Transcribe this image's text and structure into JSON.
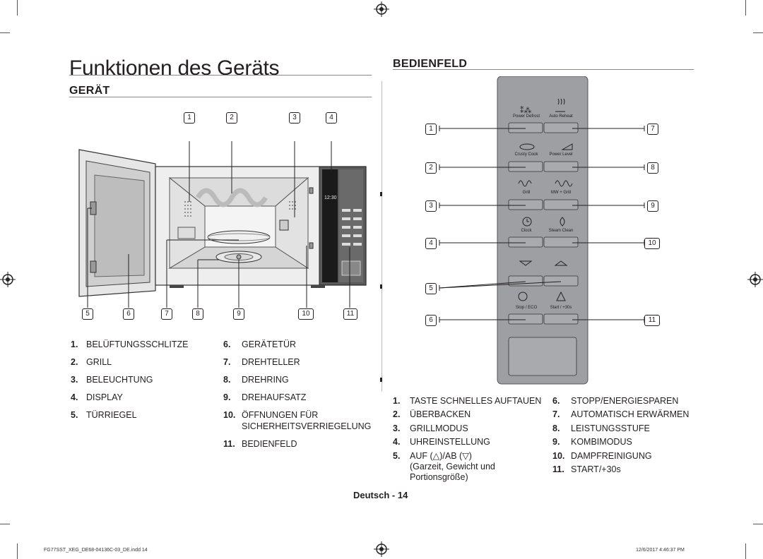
{
  "page": {
    "title": "Funktionen des Geräts",
    "section_left": "GERÄT",
    "section_right": "BEDIENFELD",
    "page_label": "Deutsch - 14",
    "footer_left": "FG77SST_XEG_DE68-04136C-03_DE.indd   14",
    "footer_right": "12/6/2017   4:46:37 PM"
  },
  "device": {
    "callouts_top": [
      "1",
      "2",
      "3",
      "4"
    ],
    "callouts_bottom": [
      "5",
      "6",
      "7",
      "8",
      "9",
      "10",
      "11"
    ],
    "display_time": "12:30",
    "legend_left": [
      {
        "num": "1.",
        "text": "BELÜFTUNGSSCHLITZE"
      },
      {
        "num": "2.",
        "text": "GRILL"
      },
      {
        "num": "3.",
        "text": "BELEUCHTUNG"
      },
      {
        "num": "4.",
        "text": "DISPLAY"
      },
      {
        "num": "5.",
        "text": "TÜRRIEGEL"
      }
    ],
    "legend_right": [
      {
        "num": "6.",
        "text": "GERÄTETÜR"
      },
      {
        "num": "7.",
        "text": "DREHTELLER"
      },
      {
        "num": "8.",
        "text": "DREHRING"
      },
      {
        "num": "9.",
        "text": "DREHAUFSATZ"
      },
      {
        "num": "10.",
        "text": "ÖFFNUNGEN FÜR"
      },
      {
        "num": "",
        "text": "SICHERHEITSVERRIEGELUNG"
      },
      {
        "num": "11.",
        "text": "BEDIENFELD"
      }
    ]
  },
  "panel": {
    "callouts_left": [
      "1",
      "2",
      "3",
      "4",
      "5",
      "6"
    ],
    "callouts_right": [
      "7",
      "8",
      "9",
      "10",
      "11"
    ],
    "button_labels": {
      "power_defrost": "Power Defrost",
      "auto_reheat": "Auto Reheat",
      "crusty_cook": "Crusty Cook",
      "power_level": "Power Level",
      "grill": "Grill",
      "mw_grill": "MW + Grill",
      "clock": "Clock",
      "steam_clean": "Steam Clean",
      "stop_eco": "Stop / ECO",
      "start": "Start / +30s"
    },
    "legend_left": [
      {
        "num": "1.",
        "text": "TASTE SCHNELLES AUFTAUEN"
      },
      {
        "num": "2.",
        "text": "ÜBERBACKEN"
      },
      {
        "num": "3.",
        "text": "GRILLMODUS"
      },
      {
        "num": "4.",
        "text": "UHREINSTELLUNG"
      },
      {
        "num": "5.",
        "text": "AUF (△)/AB (▽)"
      },
      {
        "num": "",
        "text": "(Garzeit, Gewicht und"
      },
      {
        "num": "",
        "text": "Portionsgröße)"
      }
    ],
    "legend_right": [
      {
        "num": "6.",
        "text": "STOPP/ENERGIESPAREN"
      },
      {
        "num": "7.",
        "text": "AUTOMATISCH ERWÄRMEN"
      },
      {
        "num": "8.",
        "text": "LEISTUNGSSTUFE"
      },
      {
        "num": "9.",
        "text": "KOMBIMODUS"
      },
      {
        "num": "10.",
        "text": "DAMPFREINIGUNG"
      },
      {
        "num": "11.",
        "text": "START/+30s"
      }
    ]
  }
}
